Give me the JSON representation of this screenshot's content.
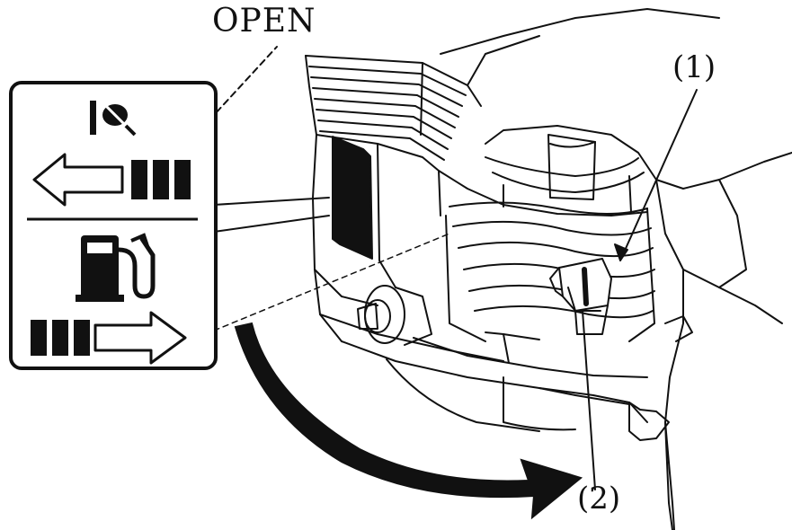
{
  "labels": {
    "open": "OPEN",
    "callout_1": "(1)",
    "callout_2": "(2)"
  },
  "icons": {
    "choke": "choke-icon",
    "fuel_pump": "fuel-pump-icon",
    "arrow_left": "arrow-left-icon",
    "arrow_right": "arrow-right-icon"
  },
  "colors": {
    "ink": "#111111",
    "background": "#ffffff"
  }
}
